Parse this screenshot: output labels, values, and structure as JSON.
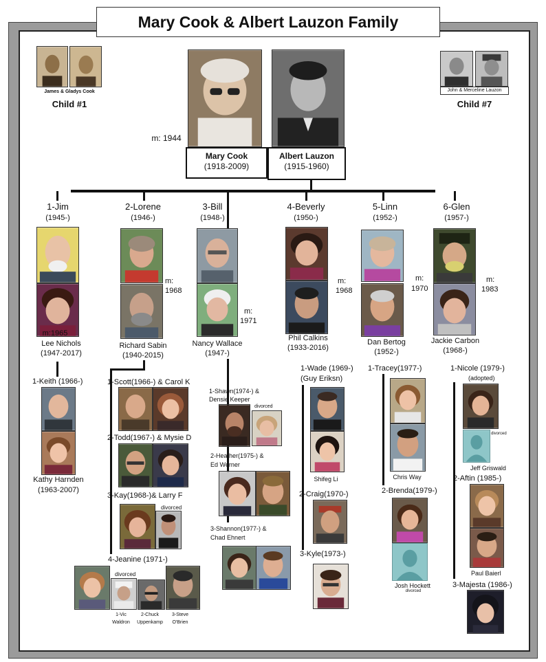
{
  "title": "Mary Cook  & Albert Lauzon Family",
  "top": {
    "left_parents": "James & Gladys Cook",
    "left_child": "Child #1",
    "right_parents": "John & Merceline Lauzon",
    "right_child": "Child #7",
    "marriage": "m: 1944",
    "mary_name": "Mary Cook",
    "mary_years": "(1918-2009)",
    "albert_name": "Albert Lauzon",
    "albert_years": "(1915-1960)"
  },
  "children": [
    {
      "name": "1-Jim",
      "years": "(1945-)",
      "spouse": "Lee  Nichols",
      "spouse_years": "(1947-2017)",
      "marriage": "m:1965"
    },
    {
      "name": "2-Lorene",
      "years": "(1946-)",
      "spouse": "Richard Sabin",
      "spouse_years": "(1940-2015)",
      "marriage": "m:",
      "marriage_year": "1968"
    },
    {
      "name": "3-Bill",
      "years": "(1948-)",
      "spouse": "Nancy Wallace",
      "spouse_years": "(1947-)",
      "marriage": "m:",
      "marriage_year": "1971"
    },
    {
      "name": "4-Beverly",
      "years": "(1950-)",
      "spouse": "Phil Calkins",
      "spouse_years": "(1933-2016)",
      "marriage": "m:",
      "marriage_year": "1968"
    },
    {
      "name": "5-Linn",
      "years": "(1952-)",
      "spouse": "Dan Bertog",
      "spouse_years": "(1952-)",
      "marriage": "m:",
      "marriage_year": "1970"
    },
    {
      "name": "6-Glen",
      "years": "(1957-)",
      "spouse": "Jackie Carbon",
      "spouse_years": "(1968-)",
      "marriage": "m:",
      "marriage_year": "1983"
    }
  ],
  "grandchildren": {
    "jim": {
      "g1": "1-Keith (1966-)",
      "g1_spouse": "Kathy Harnden",
      "g1_spouse_years": "(1963-2007)"
    },
    "lorene": {
      "g1": "1-Scott(1966-) & Carol K",
      "g2": "2-Todd(1967-) & Mysie D",
      "g3": "3-Kay(1968-)& Larry F",
      "g3_note": "divorced",
      "g4": "4-Jeanine (1971-)",
      "g4_note": "divorced",
      "g4_sp1a": "1-Vic",
      "g4_sp1b": "Waldron",
      "g4_sp2a": "2-Chuck",
      "g4_sp2b": "Uppenkamp",
      "g4_sp3a": "3-Steve",
      "g4_sp3b": "O'Brien"
    },
    "bill": {
      "g1a": "1-Shawn(1974-) &",
      "g1b": "Densie Keeper",
      "g1_note": "divorced",
      "g2a": "2-Heather(1975-) &",
      "g2b": "Ed Werner",
      "g3a": "3-Shannon(1977-) &",
      "g3b": "Chad Ehnert"
    },
    "beverly": {
      "g1a": "1-Wade (1969-)",
      "g1b": "(Guy Eriksn)",
      "g1_spouse": "Shifeg Li",
      "g2": "2-Craig(1970-)",
      "g3": "3-Kyle(1973-)"
    },
    "linn": {
      "g1": "1-Tracey(1977-)",
      "g1_spouse": "Chris Way",
      "g2": "2-Brenda(1979-)",
      "g2_spouse": "Josh Hockett",
      "g2_note": "divorced"
    },
    "glen": {
      "g1a": "1-Nicole (1979-)",
      "g1b": "(adopted)",
      "g1_note": "divorced",
      "g1_spouse": "Jeff Griswald",
      "g2": "2-Aftin (1985-)",
      "g2_spouse": "Paul Baierl",
      "g3": "3-Majesta (1986-)"
    }
  }
}
